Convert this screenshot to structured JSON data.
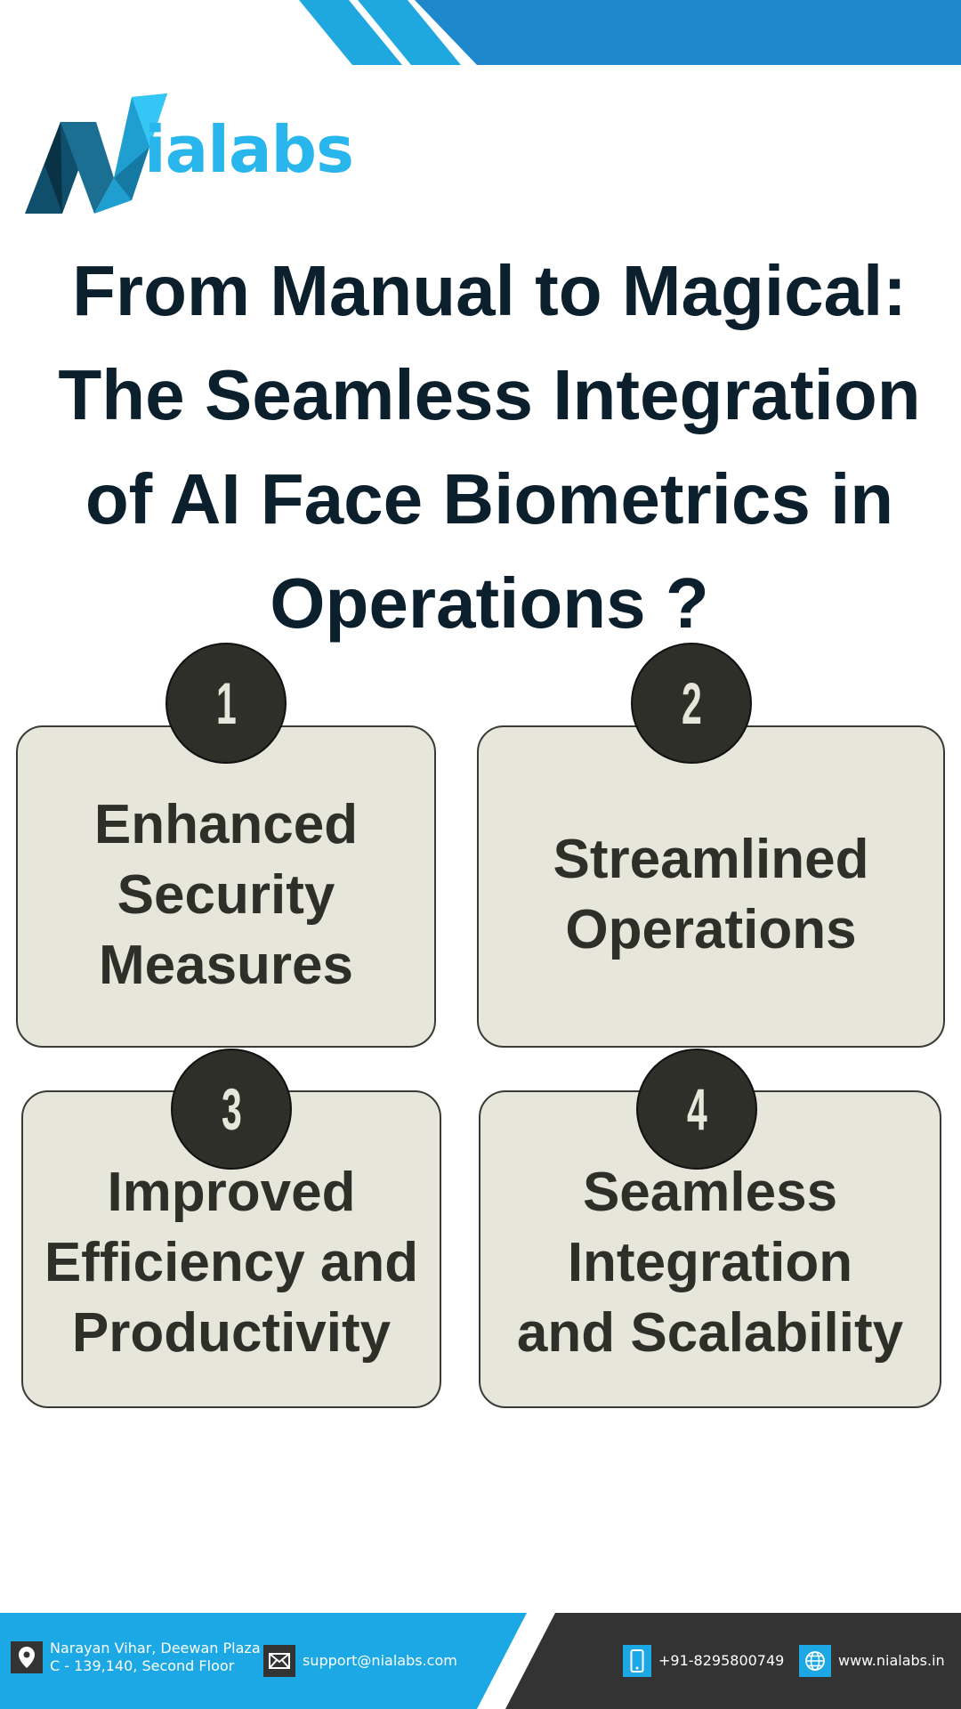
{
  "brand": {
    "name": "ialabs",
    "colors": {
      "primary_blue": "#1e88cc",
      "light_blue": "#1fa8e0",
      "dark": "#333333",
      "card": "#e7e6db",
      "text_dark": "#0c1f2c"
    }
  },
  "headline": {
    "lines": [
      "From Manual to Magical:",
      "The Seamless Integration",
      "of AI Face Biometrics in",
      "Operations ?"
    ]
  },
  "cards": [
    {
      "number": "1",
      "lines": [
        "Enhanced",
        "Security",
        "Measures"
      ]
    },
    {
      "number": "2",
      "lines": [
        "Streamlined",
        "Operations"
      ]
    },
    {
      "number": "3",
      "lines": [
        "Improved",
        "Efficiency and",
        "Productivity"
      ]
    },
    {
      "number": "4",
      "lines": [
        "Seamless",
        "Integration",
        "and Scalability"
      ]
    }
  ],
  "footer": {
    "address_line1": "Narayan Vihar, Deewan Plaza",
    "address_line2": "C - 139,140, Second Floor",
    "email": "support@nialabs.com",
    "phone": "+91-8295800749",
    "website": "www.nialabs.in",
    "icons": [
      "location-pin-icon",
      "mail-icon",
      "phone-icon",
      "globe-icon"
    ]
  }
}
